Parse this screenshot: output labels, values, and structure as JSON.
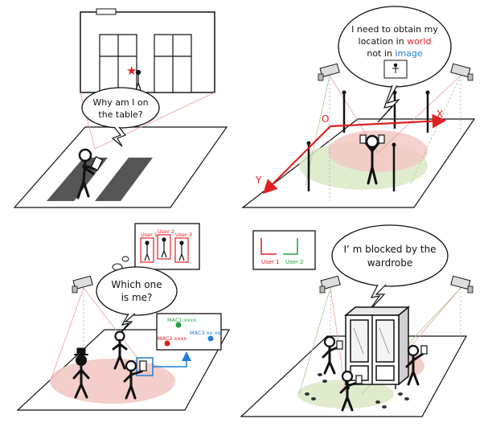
{
  "colors": {
    "line": "#111111",
    "red": "#e02020",
    "blue": "#1f7fd6",
    "green": "#22a33a",
    "floor_red": "#f2c9c4",
    "floor_green": "#dbe9c6",
    "cam_ray_red": "#e8a0a0",
    "cam_ray_green": "#a8c890"
  },
  "panel_tl": {
    "speech": [
      "Why am I on",
      "the table?"
    ]
  },
  "panel_tr": {
    "speech": {
      "line1": "I need to obtain my",
      "line2_prefix": "location in ",
      "line2_world": "world",
      "line3_prefix": "not in ",
      "line3_image": "image"
    },
    "axis_o": "O",
    "axis_x": "X",
    "axis_y": "Y"
  },
  "panel_bl": {
    "speech": [
      "Which one",
      "is me?"
    ],
    "users": [
      "User 1",
      "User 2",
      "User 3"
    ],
    "macs": [
      "MAC1:xxxx",
      "MAC2:xxxx",
      "MAC3:xx:xx"
    ]
  },
  "panel_br": {
    "speech": [
      "I’ m blocked by the",
      "wardrobe"
    ],
    "legend": [
      "User 1",
      "User 2"
    ]
  }
}
